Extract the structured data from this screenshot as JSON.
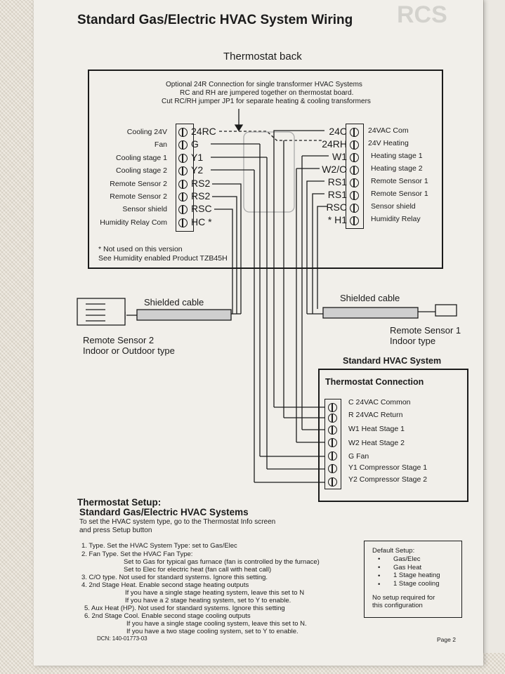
{
  "title": "Standard Gas/Electric HVAC System Wiring",
  "thermostat_back": {
    "label": "Thermostat back",
    "note_lines": [
      "Optional 24R Connection for single transformer HVAC Systems",
      "RC and RH are jumpered together on thermostat board.",
      "Cut RC/RH jumper JP1 for separate heating & cooling transformers"
    ],
    "left_terminals": [
      {
        "desc": "Cooling 24V",
        "code": "24RC"
      },
      {
        "desc": "Fan",
        "code": "G"
      },
      {
        "desc": "Cooling stage 1",
        "code": "Y1"
      },
      {
        "desc": "Cooling stage 2",
        "code": "Y2"
      },
      {
        "desc": "Remote Sensor 2",
        "code": "RS2"
      },
      {
        "desc": "Remote Sensor 2",
        "code": "RS2"
      },
      {
        "desc": "Sensor shield",
        "code": "RSC"
      },
      {
        "desc": "Humidity Relay Com",
        "code": "HC *"
      }
    ],
    "right_terminals": [
      {
        "code": "24C",
        "desc": "24VAC Com"
      },
      {
        "code": "24RH",
        "desc": "24V Heating"
      },
      {
        "code": "W1",
        "desc": "Heating stage 1"
      },
      {
        "code": "W2/O",
        "desc": "Heating stage 2"
      },
      {
        "code": "RS1",
        "desc": "Remote Sensor 1"
      },
      {
        "code": "RS1",
        "desc": "Remote Sensor 1"
      },
      {
        "code": "RSC",
        "desc": "Sensor shield"
      },
      {
        "code": "* H1",
        "desc": "Humidity Relay"
      }
    ],
    "footnote_lines": [
      "* Not used on this version",
      "See Humidity enabled Product TZB45H"
    ]
  },
  "left_cable": {
    "label": "Shielded cable",
    "sensor_name": "Remote Sensor 2",
    "sensor_type": "Indoor or Outdoor type"
  },
  "right_cable": {
    "label": "Shielded cable",
    "sensor_name": "Remote Sensor 1",
    "sensor_type": "Indoor type"
  },
  "hvac": {
    "section_label": "Standard HVAC System",
    "box_title": "Thermostat Connection",
    "terminals": [
      "C  24VAC Common",
      "R  24VAC Return",
      "W1 Heat Stage 1",
      "W2 Heat Stage 2",
      "G  Fan",
      "Y1 Compressor Stage 1",
      "Y2  Compressor Stage 2"
    ]
  },
  "setup": {
    "heading1": "Thermostat Setup:",
    "heading2": "Standard Gas/Electric HVAC Systems",
    "intro1": "To set the HVAC system type, go to the Thermostat Info screen",
    "intro2": "and press Setup button",
    "lines": [
      "1. Type.  Set the HVAC System Type:  set to Gas/Elec",
      "2. Fan Type.  Set the HVAC Fan Type:",
      "Set to Gas for typical gas furnace (fan is controlled by the furnace)",
      "Set to Elec for electric heat  (fan call with heat call)",
      "3. C/O type. Not used for standard systems.  Ignore this setting.",
      "4. 2nd Stage Heat.  Enable second stage heating outputs",
      "If you have a single stage heating system, leave this set to N",
      "If you have a 2 stage heating system, set to Y to enable.",
      "5. Aux Heat (HP).  Not used for standard systems.  Ignore this setting",
      "6.  2nd Stage Cool.  Enable second stage cooling outputs",
      "If you have a single stage cooling system, leave this set to N.",
      "If you have a two stage cooling system, set to Y to enable."
    ]
  },
  "default_setup": {
    "title": "Default Setup:",
    "items": [
      "Gas/Elec",
      "Gas Heat",
      "1 Stage heating",
      "1 Stage cooling"
    ],
    "note1": "No setup required for",
    "note2": "this configuration"
  },
  "footer": {
    "dcn": "DCN: 140-01773-03",
    "page": "Page 2"
  }
}
